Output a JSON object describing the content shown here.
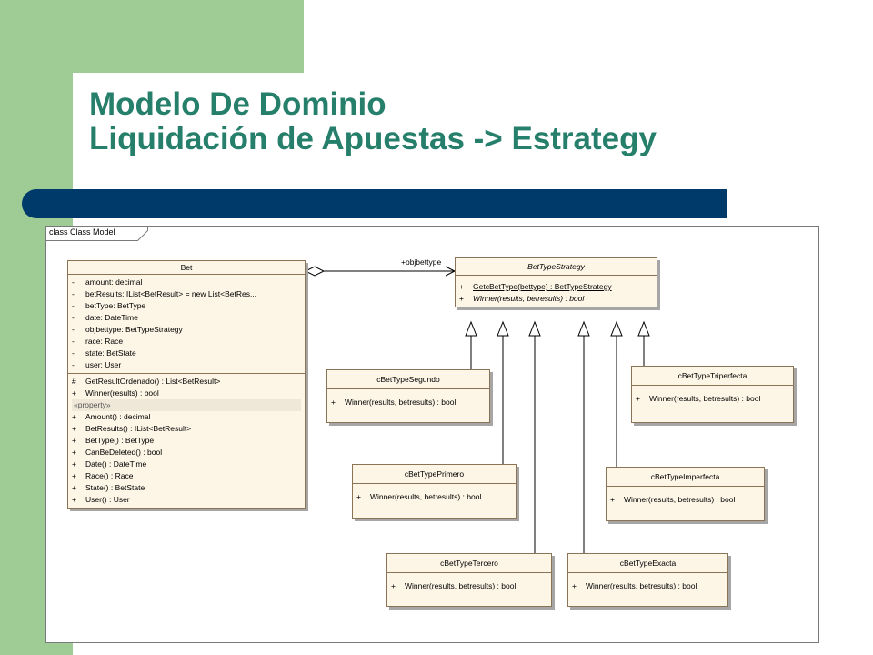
{
  "slide": {
    "title_line1": "Modelo De Dominio",
    "title_line2": "Liquidación de Apuestas -> Estrategy"
  },
  "diagram": {
    "frame_label": "class Class Model",
    "association_role": "+objbettype",
    "bet": {
      "name": "Bet",
      "attributes": [
        {
          "vis": "-",
          "text": "amount:  decimal"
        },
        {
          "vis": "-",
          "text": "betResults:  IList<BetResult> = new List<BetRes..."
        },
        {
          "vis": "-",
          "text": "betType:  BetType"
        },
        {
          "vis": "-",
          "text": "date:  DateTime"
        },
        {
          "vis": "-",
          "text": "objbettype:  BetTypeStrategy"
        },
        {
          "vis": "-",
          "text": "race:  Race"
        },
        {
          "vis": "-",
          "text": "state:  BetState"
        },
        {
          "vis": "-",
          "text": "user:  User"
        }
      ],
      "operations": [
        {
          "vis": "#",
          "text": "GetResultOrdenado() : List<BetResult>"
        },
        {
          "vis": "+",
          "text": "Winner(results) : bool"
        }
      ],
      "stereotype": "«property»",
      "properties": [
        {
          "vis": "+",
          "text": "Amount() : decimal"
        },
        {
          "vis": "+",
          "text": "BetResults() : IList<BetResult>"
        },
        {
          "vis": "+",
          "text": "BetType() : BetType"
        },
        {
          "vis": "+",
          "text": "CanBeDeleted() : bool"
        },
        {
          "vis": "+",
          "text": "Date() : DateTime"
        },
        {
          "vis": "+",
          "text": "Race() : Race"
        },
        {
          "vis": "+",
          "text": "State() : BetState"
        },
        {
          "vis": "+",
          "text": "User() : User"
        }
      ]
    },
    "strategy": {
      "name": "BetTypeStrategy",
      "operations": [
        {
          "vis": "+",
          "text": "GetcBetType(bettype) : BetTypeStrategy"
        },
        {
          "vis": "+",
          "text": "Winner(results, betresults) : bool"
        }
      ]
    },
    "subclasses": {
      "segundo": {
        "name": "cBetTypeSegundo",
        "op_vis": "+",
        "op": "Winner(results, betresults) : bool"
      },
      "triperfecta": {
        "name": "cBetTypeTriperfecta",
        "op_vis": "+",
        "op": "Winner(results, betresults) : bool"
      },
      "primero": {
        "name": "cBetTypePrimero",
        "op_vis": "+",
        "op": "Winner(results, betresults) : bool"
      },
      "imperfecta": {
        "name": "cBetTypeImperfecta",
        "op_vis": "+",
        "op": "Winner(results, betresults) : bool"
      },
      "tercero": {
        "name": "cBetTypeTercero",
        "op_vis": "+",
        "op": "Winner(results, betresults) : bool"
      },
      "exacta": {
        "name": "cBetTypeExacta",
        "op_vis": "+",
        "op": "Winner(results, betresults) : bool"
      }
    }
  }
}
